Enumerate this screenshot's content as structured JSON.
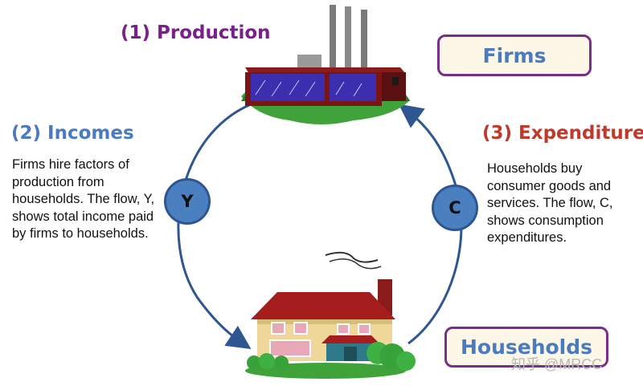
{
  "headings": {
    "production": "(1) Production",
    "incomes": "(2) Incomes",
    "expenditure": "(3) Expenditure"
  },
  "descriptions": {
    "incomes": "Firms hire factors of production from households. The flow, Y, shows total income paid by firms to households.",
    "expenditure": "Households buy consumer goods and services. The flow, C, shows consumption expenditures."
  },
  "boxes": {
    "firms": "Firms",
    "households": "Households"
  },
  "flows": {
    "income": "Y",
    "consumption": "C"
  },
  "watermark": "知乎 @MRCC",
  "colors": {
    "production": "#7b1f8a",
    "incomes": "#4a7bbd",
    "expenditure": "#c0392b",
    "box_border": "#7b2d8a",
    "box_fill": "#fdf7e7",
    "arrow": "#2e5690"
  },
  "icons": {
    "firms": "factory-icon",
    "households": "house-icon"
  }
}
